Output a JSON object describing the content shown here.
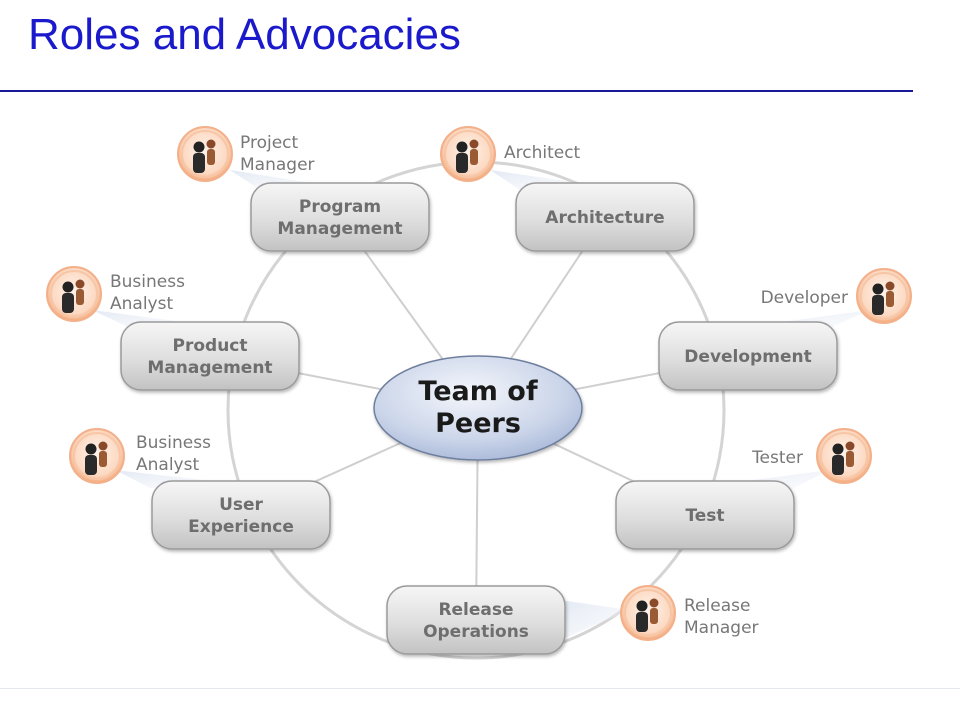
{
  "title": "Roles and Advocacies",
  "center": {
    "lines": [
      "Team of",
      "Peers"
    ]
  },
  "nodes": [
    {
      "id": "program-management",
      "lines": [
        "Program",
        "Management"
      ],
      "role_lines": [
        "Project",
        "Manager"
      ]
    },
    {
      "id": "architecture",
      "lines": [
        "Architecture"
      ],
      "role_lines": [
        "Architect"
      ]
    },
    {
      "id": "development",
      "lines": [
        "Development"
      ],
      "role_lines": [
        "Developer"
      ]
    },
    {
      "id": "test",
      "lines": [
        "Test"
      ],
      "role_lines": [
        "Tester"
      ]
    },
    {
      "id": "release-operations",
      "lines": [
        "Release",
        "Operations"
      ],
      "role_lines": [
        "Release",
        "Manager"
      ]
    },
    {
      "id": "user-experience",
      "lines": [
        "User",
        "Experience"
      ],
      "role_lines": [
        "Business",
        "Analyst"
      ]
    },
    {
      "id": "product-management",
      "lines": [
        "Product",
        "Management"
      ],
      "role_lines": [
        "Business",
        "Analyst"
      ]
    }
  ],
  "colors": {
    "title": "#1a1acc",
    "node_fill_top": "#f4f4f4",
    "node_fill_bottom": "#c4c4c4",
    "center_fill_top": "#f2f4fa",
    "center_fill_bottom": "#a8b6d6",
    "icon_ring": "#f0a070",
    "icon_fill": "#fde7d8"
  }
}
